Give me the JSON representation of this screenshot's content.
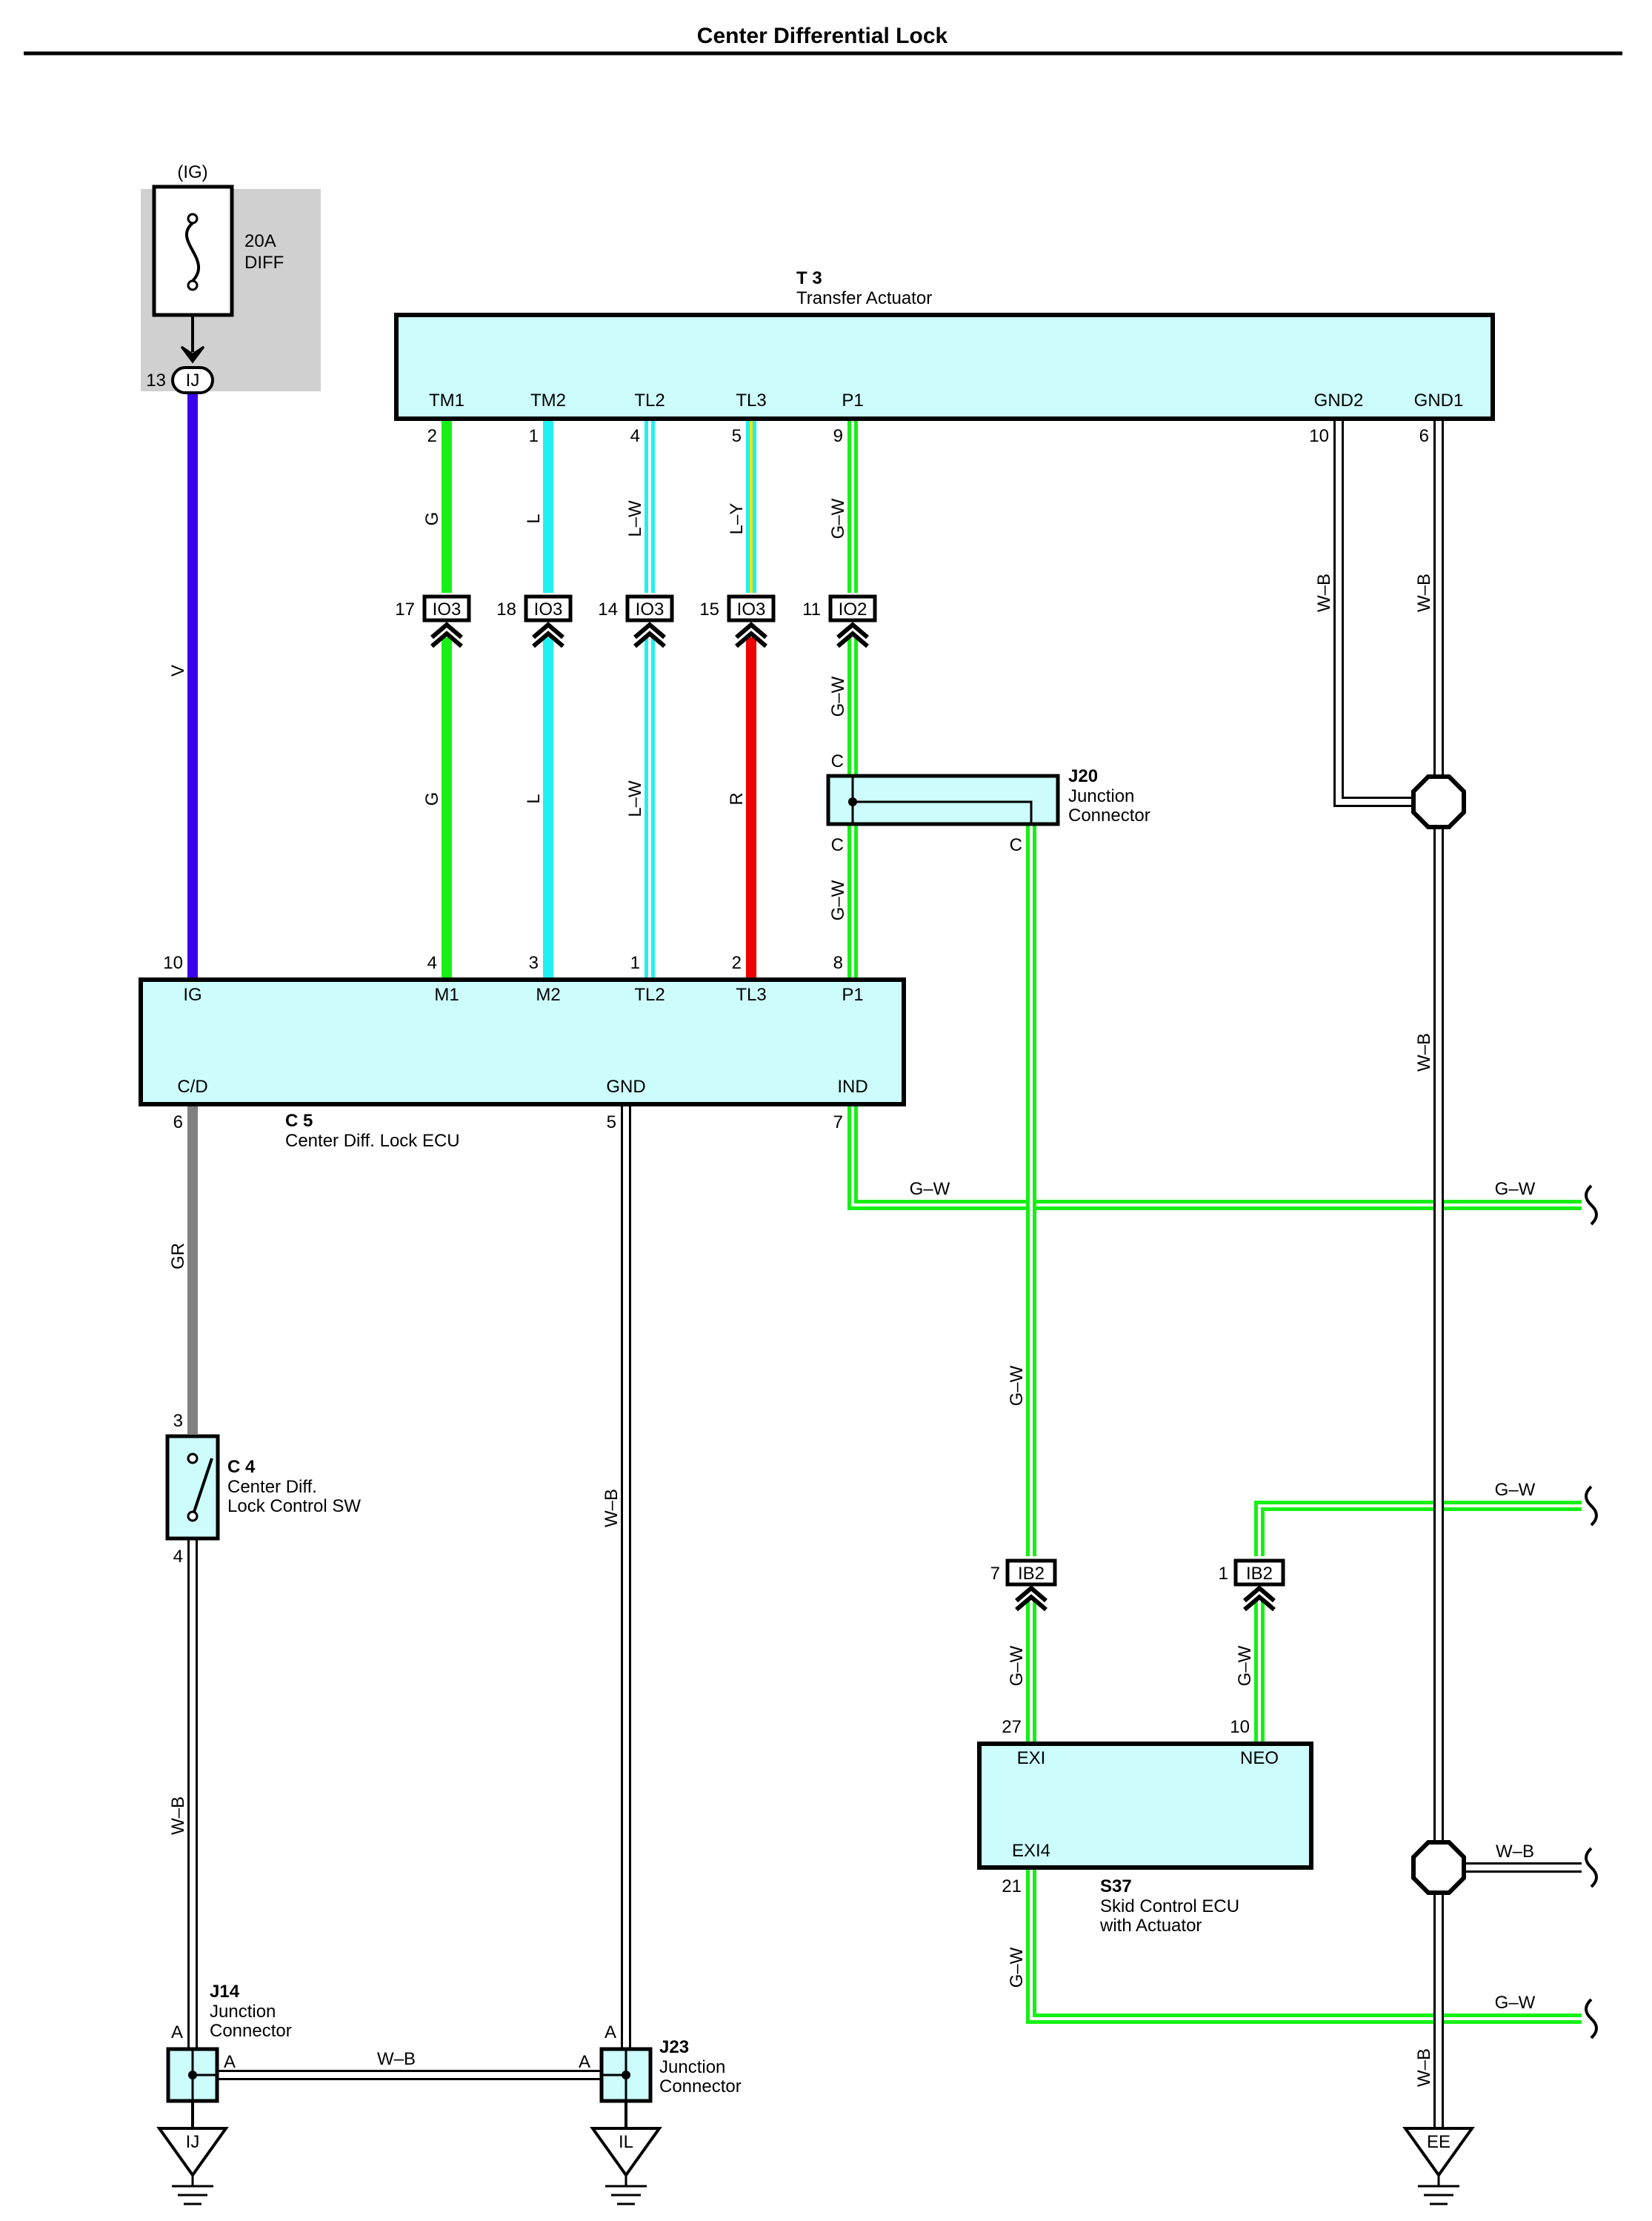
{
  "title": "Center Differential Lock",
  "colors": {
    "V": "#3b00ee",
    "G": "#16f016",
    "L": "#21f0f0",
    "R": "#ee0000",
    "Y": "#f5e400",
    "W": "#ffffff",
    "B": "#000000",
    "GR": "#808080",
    "component_fill": "#ccfcfc",
    "fuse_box": "#d0d0d0"
  },
  "fuse": {
    "supply": "(IG)",
    "rating": "20A",
    "name": "DIFF",
    "connector": "IJ",
    "pin": "13"
  },
  "t3": {
    "code": "T 3",
    "name": "Transfer Actuator",
    "pins": [
      {
        "label": "TM1",
        "num": "2"
      },
      {
        "label": "TM2",
        "num": "1"
      },
      {
        "label": "TL2",
        "num": "4"
      },
      {
        "label": "TL3",
        "num": "5"
      },
      {
        "label": "P1",
        "num": "9"
      },
      {
        "label": "GND2",
        "num": "10"
      },
      {
        "label": "GND1",
        "num": "6"
      }
    ]
  },
  "upper_wires": [
    "G",
    "L",
    "L–W",
    "L–Y",
    "G–W"
  ],
  "lower_wires": [
    "G",
    "L",
    "L–W",
    "R",
    "G–W"
  ],
  "v_wire": "V",
  "gnd_wires": {
    "gnd2": "W–B",
    "gnd1": "W–B",
    "vertical": "W–B",
    "bottom": "W–B"
  },
  "inline_connectors": [
    {
      "pin": "17",
      "name": "IO3"
    },
    {
      "pin": "18",
      "name": "IO3"
    },
    {
      "pin": "14",
      "name": "IO3"
    },
    {
      "pin": "15",
      "name": "IO3"
    },
    {
      "pin": "11",
      "name": "IO2"
    }
  ],
  "j20": {
    "code": "J20",
    "name1": "Junction",
    "name2": "Connector",
    "pin_top": "C",
    "pin_left": "C",
    "pin_right": "C",
    "wire_below": "G–W"
  },
  "c5": {
    "code": "C 5",
    "name": "Center Diff.  Lock ECU",
    "top_pins": [
      {
        "label": "IG",
        "num": "10"
      },
      {
        "label": "M1",
        "num": "4"
      },
      {
        "label": "M2",
        "num": "3"
      },
      {
        "label": "TL2",
        "num": "1"
      },
      {
        "label": "TL3",
        "num": "2"
      },
      {
        "label": "P1",
        "num": "8"
      }
    ],
    "bottom_pins": [
      {
        "label": "C/D",
        "num": "6"
      },
      {
        "label": "GND",
        "num": "5"
      },
      {
        "label": "IND",
        "num": "7"
      }
    ]
  },
  "gr_wire": "GR",
  "wb_wire_c5": "W–B",
  "ind_wire": "G–W",
  "ind_wire_right": "G–W",
  "c4": {
    "code": "C 4",
    "name1": "Center Diff.",
    "name2": "Lock Control SW",
    "pin_top": "3",
    "pin_bottom": "4",
    "wire_below": "W–B"
  },
  "j20_branch_wire": "G–W",
  "ib2_left": {
    "pin": "7",
    "name": "IB2",
    "wire": "G–W"
  },
  "ib2_right": {
    "pin": "1",
    "name": "IB2",
    "wire": "G–W",
    "wire_right": "G–W"
  },
  "s37": {
    "code": "S37",
    "name1": "Skid Control ECU",
    "name2": "with Actuator",
    "pins": [
      {
        "label": "EXI",
        "num": "27"
      },
      {
        "label": "NEO",
        "num": "10"
      },
      {
        "label": "EXI4",
        "num": "21"
      }
    ]
  },
  "exi4_wire": "G–W",
  "exi4_wire_right": "G–W",
  "splice_wire_right": "W–B",
  "ground_drop_wire": "W–B",
  "j14": {
    "code": "J14",
    "name1": "Junction",
    "name2": "Connector",
    "pin_top": "A",
    "pin_right": "A"
  },
  "j23": {
    "code": "J23",
    "name1": "Junction",
    "name2": "Connector",
    "pin_top": "A",
    "pin_left": "A"
  },
  "j14_j23_wire": "W–B",
  "grounds": [
    "IJ",
    "IL",
    "EE"
  ]
}
